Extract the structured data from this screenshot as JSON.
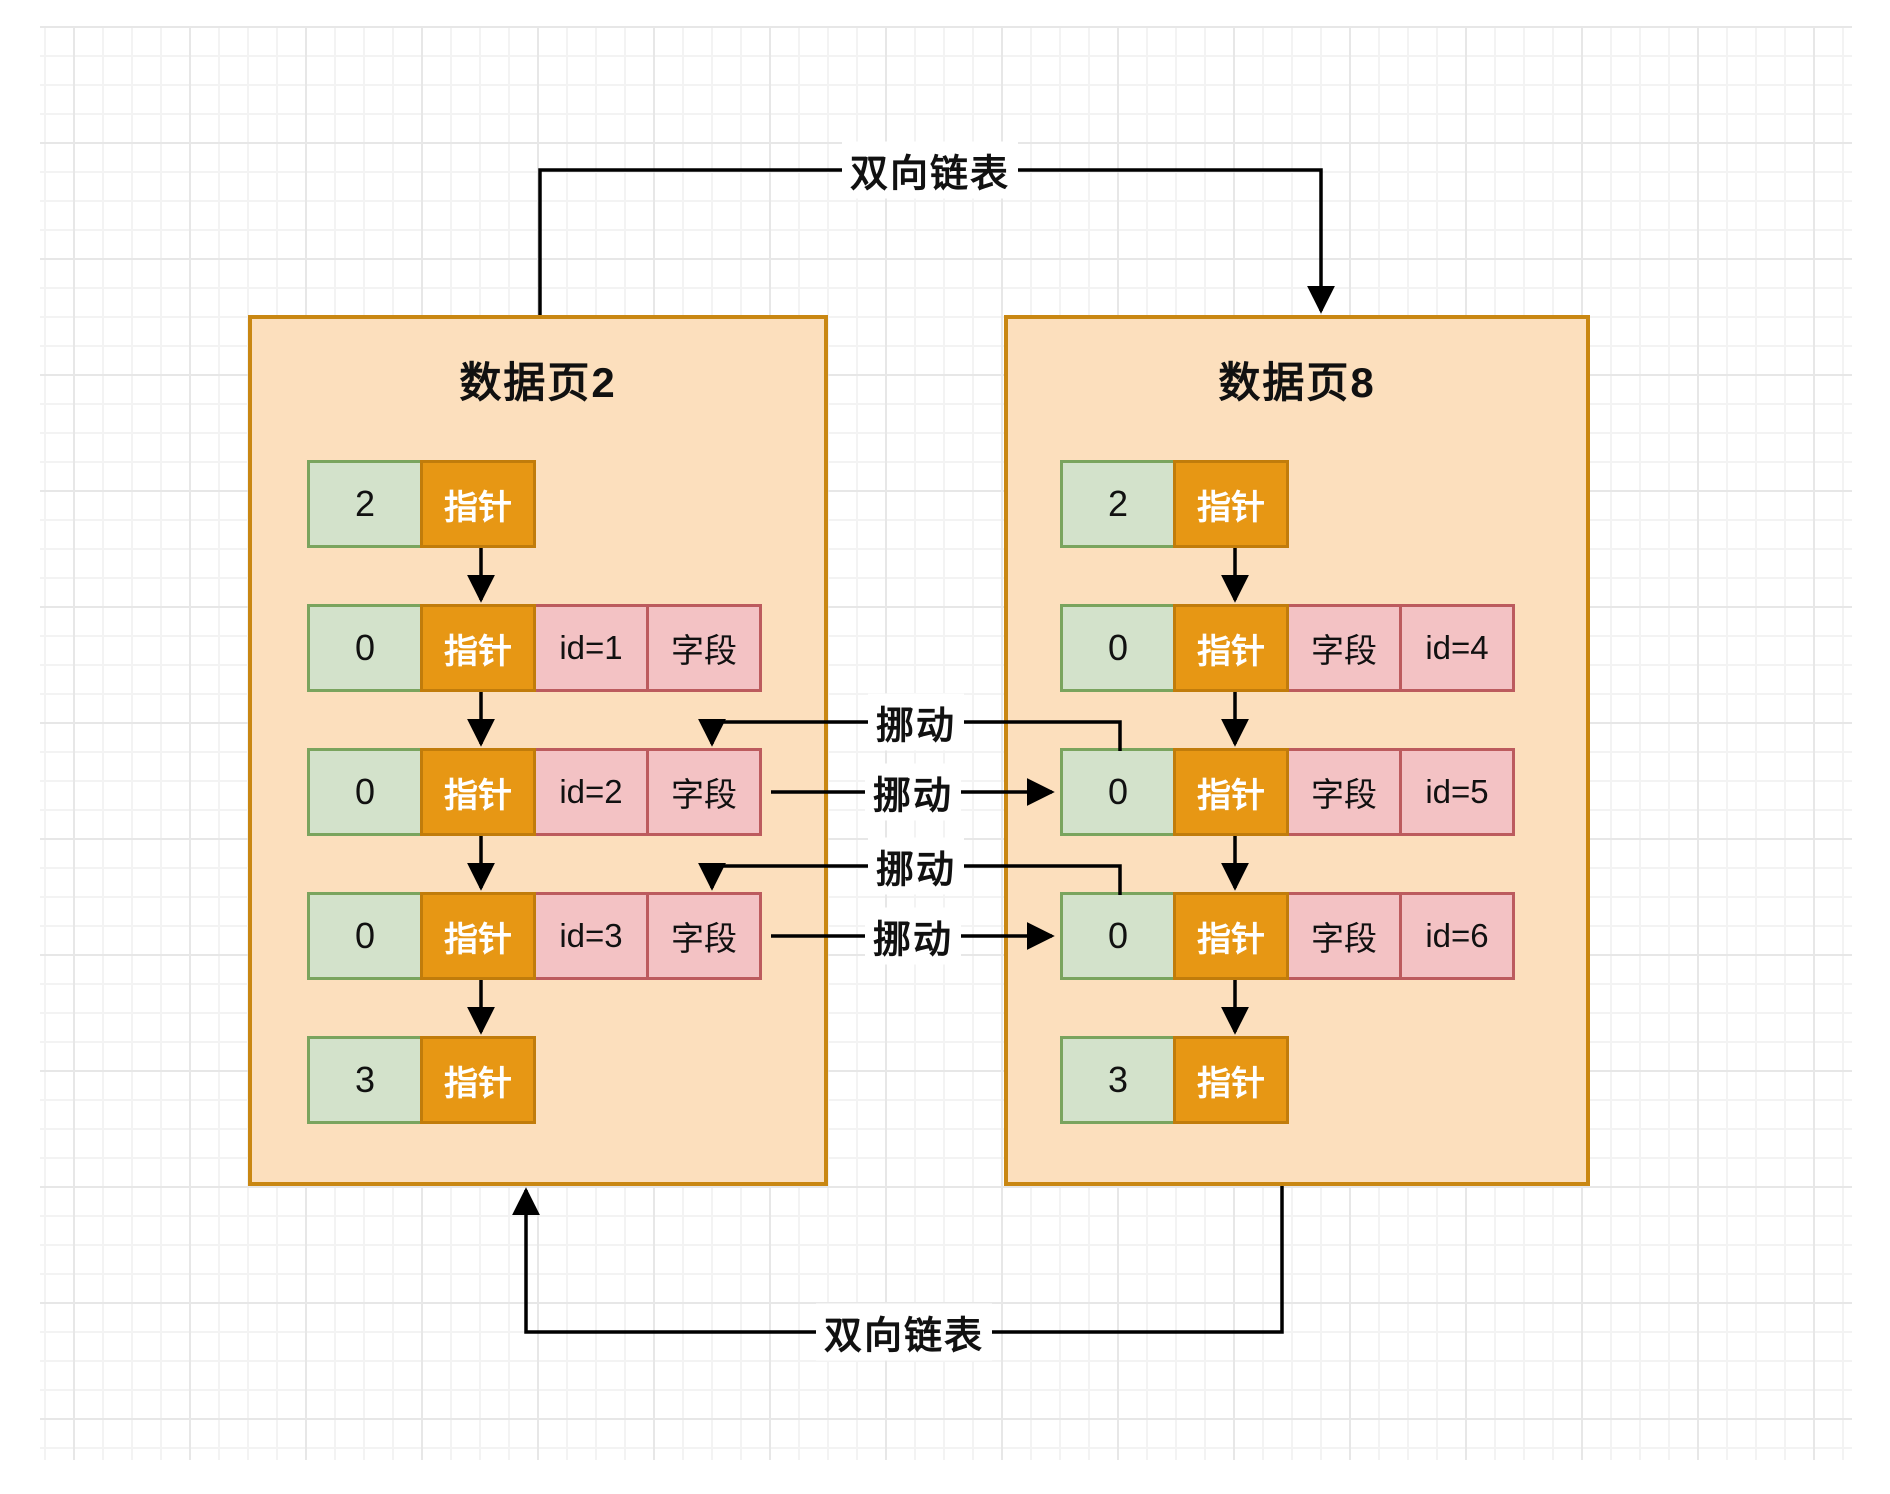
{
  "links": {
    "top_label": "双向链表",
    "bottom_label": "双向链表"
  },
  "moves": [
    {
      "label": "挪动"
    },
    {
      "label": "挪动"
    },
    {
      "label": "挪动"
    },
    {
      "label": "挪动"
    }
  ],
  "pages": [
    {
      "title": "数据页2",
      "rows": [
        {
          "cells": [
            {
              "text": "2"
            },
            {
              "text": "指针"
            }
          ]
        },
        {
          "cells": [
            {
              "text": "0"
            },
            {
              "text": "指针"
            },
            {
              "text": "id=1"
            },
            {
              "text": "字段"
            }
          ]
        },
        {
          "cells": [
            {
              "text": "0"
            },
            {
              "text": "指针"
            },
            {
              "text": "id=2"
            },
            {
              "text": "字段"
            }
          ]
        },
        {
          "cells": [
            {
              "text": "0"
            },
            {
              "text": "指针"
            },
            {
              "text": "id=3"
            },
            {
              "text": "字段"
            }
          ]
        },
        {
          "cells": [
            {
              "text": "3"
            },
            {
              "text": "指针"
            }
          ]
        }
      ]
    },
    {
      "title": "数据页8",
      "rows": [
        {
          "cells": [
            {
              "text": "2"
            },
            {
              "text": "指针"
            }
          ]
        },
        {
          "cells": [
            {
              "text": "0"
            },
            {
              "text": "指针"
            },
            {
              "text": "字段"
            },
            {
              "text": "id=4"
            }
          ]
        },
        {
          "cells": [
            {
              "text": "0"
            },
            {
              "text": "指针"
            },
            {
              "text": "字段"
            },
            {
              "text": "id=5"
            }
          ]
        },
        {
          "cells": [
            {
              "text": "0"
            },
            {
              "text": "指针"
            },
            {
              "text": "字段"
            },
            {
              "text": "id=6"
            }
          ]
        },
        {
          "cells": [
            {
              "text": "3"
            },
            {
              "text": "指针"
            }
          ]
        }
      ]
    }
  ],
  "colors": {
    "page_fill": "#fcdfbd",
    "page_border": "#c98712",
    "green_fill": "#d3e2cb",
    "green_border": "#7aa45e",
    "orange_fill": "#e79714",
    "orange_border": "#c17c0b",
    "pink_fill": "#f3c2c4",
    "pink_border": "#bc5b5e",
    "line_color": "#000000"
  }
}
